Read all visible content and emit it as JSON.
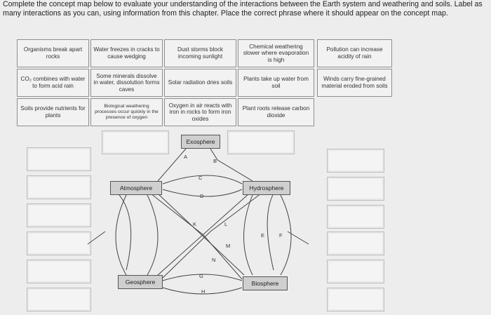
{
  "instructions": "Complete the concept map below to evaluate your understanding of the interactions between the Earth system and weathering and soils. Label as many interactions as you can, using information from this chapter. Place the correct phrase where it should appear on the concept map.",
  "phrases": [
    "Organisms break apart rocks",
    "Water freezes in cracks to cause wedging",
    "Dust storms block incoming sunlight",
    "Chemical weathering slower where evaporation is high",
    "Pollution can increase acidity of rain",
    "CO₂ combines with water to form acid rain",
    "Some minerals dissolve in water, dissolution forms caves",
    "Solar radiation dries soils",
    "Plants take up water from soil",
    "Winds carry fine-grained material eroded from soils",
    "Soils provide nutrients for plants",
    "Biological weathering processes occur quickly in the presence of oxygen",
    "Oxygen in air reacts with iron in rocks to form iron oxides",
    "Plant roots release carbon dioxide"
  ],
  "nodes": {
    "exosphere": "Exosphere",
    "atmosphere": "Atmosphere",
    "hydrosphere": "Hydrosphere",
    "geosphere": "Geosphere",
    "biosphere": "Biosphere"
  },
  "link_labels": [
    "A",
    "B",
    "C",
    "D",
    "K",
    "L",
    "M",
    "N",
    "E",
    "F",
    "G",
    "H"
  ]
}
